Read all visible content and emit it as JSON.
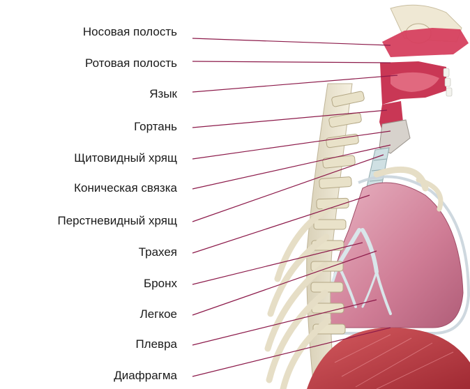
{
  "labels": [
    "Носовая полость",
    "Ротовая полость",
    "Язык",
    "Гортань",
    "Щитовидный хрящ",
    "Коническая связка",
    "Перстневидный хрящ",
    "Трахея",
    "Бронх",
    "Легкое",
    "Плевра",
    "Диафрагма"
  ],
  "colors": {
    "leader_line": "#8c1a4a",
    "airway": "#d6405f",
    "lung": "#d48aa0",
    "bone": "#ece5d0",
    "muscle": "#b83a44"
  }
}
